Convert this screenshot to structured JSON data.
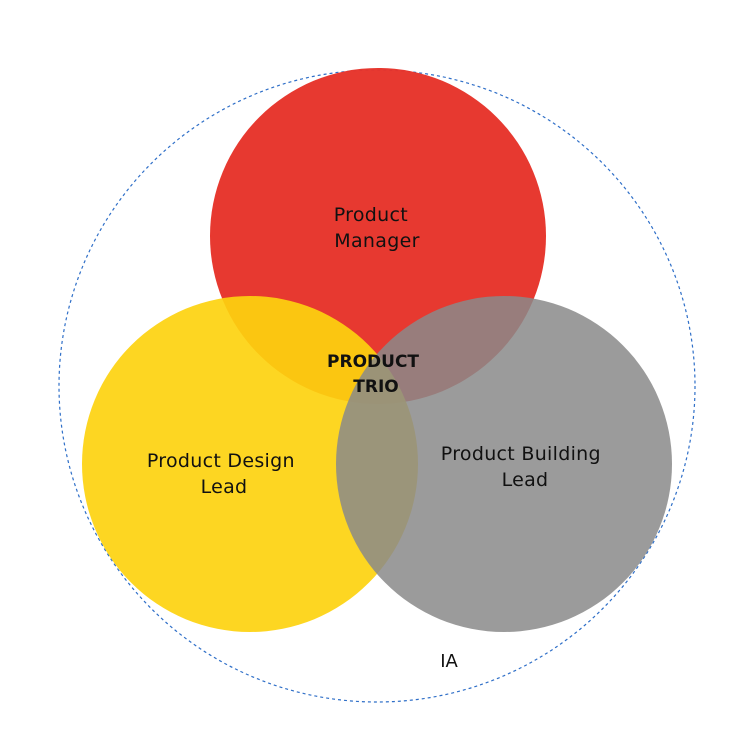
{
  "diagram": {
    "outer": {
      "label": "IA"
    },
    "circles": {
      "manager": {
        "line1": "Product",
        "line2": "Manager",
        "color": "#e63329"
      },
      "design": {
        "line1": "Product Design",
        "line2": "Lead",
        "color": "#fdd30f"
      },
      "building": {
        "line1": "Product Building",
        "line2": "Lead",
        "color": "#8a8a8a"
      }
    },
    "center": {
      "line1": "PRODUCT",
      "line2": "TRIO"
    },
    "outer_border_color": "#2f6fc8"
  }
}
